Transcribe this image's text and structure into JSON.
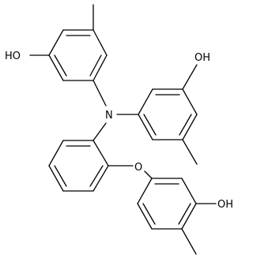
{
  "molecule": {
    "atom_labels": {
      "hydroxyl_left": "HO",
      "hydroxyl_right": "OH",
      "hydroxyl_bottom": "OH",
      "nitrogen": "N",
      "ether_oxygen": "O"
    },
    "structure": {
      "rings": 4,
      "ring_type": "benzene",
      "methyl_groups": 3,
      "hydroxyl_groups": 3,
      "central_atom": "N",
      "linker": "O"
    },
    "colors": {
      "bond": "#000000",
      "text": "#000000",
      "background": "#ffffff"
    }
  }
}
